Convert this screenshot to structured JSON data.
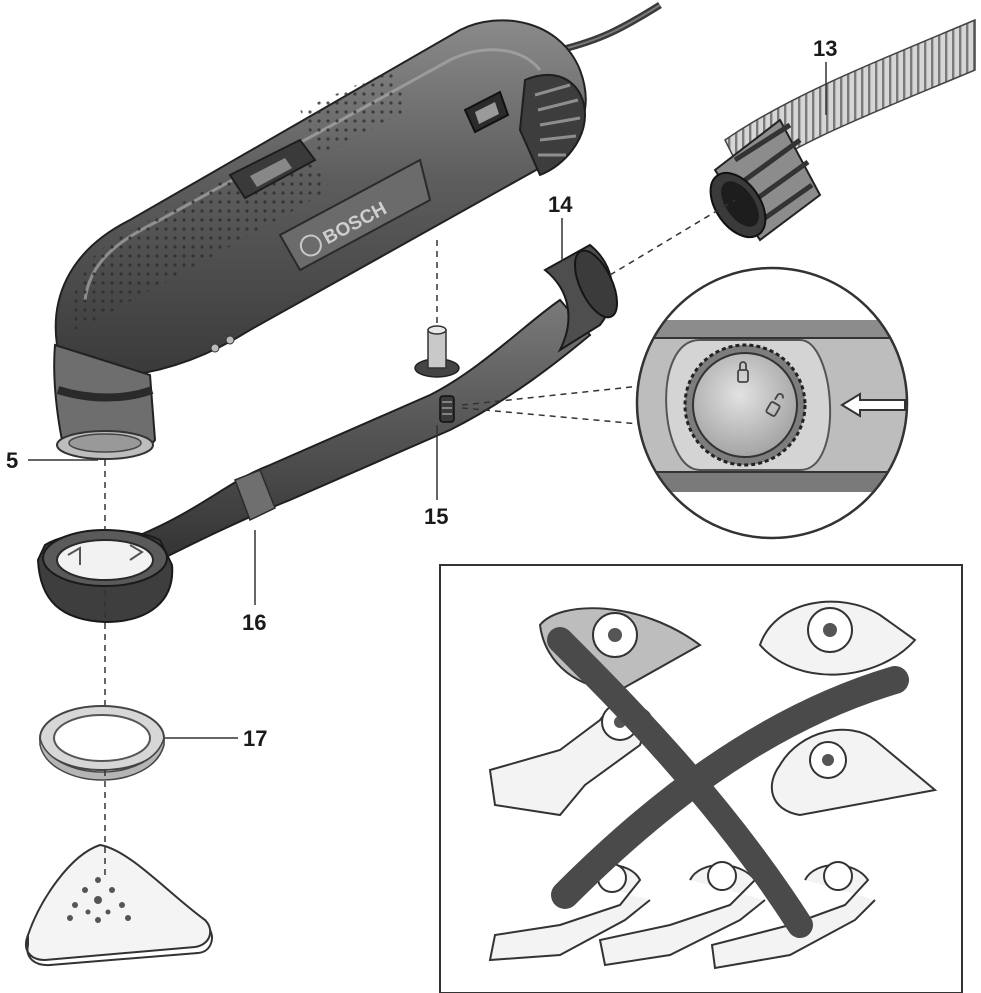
{
  "callouts": {
    "c5": "5",
    "c13": "13",
    "c14": "14",
    "c15": "15",
    "c16": "16",
    "c17": "17"
  },
  "brand": "BOSCH",
  "lock_icon": "lock-closed-icon",
  "unlock_icon": "lock-open-icon",
  "arrow_icon": "arrow-left-outline-icon",
  "colors": {
    "tool_body": "#5b5b5b",
    "tool_dark": "#3c3c3c",
    "grip": "#444444",
    "light_part": "#d9d9d9",
    "cross": "#4a4a4a",
    "line": "#333333"
  }
}
